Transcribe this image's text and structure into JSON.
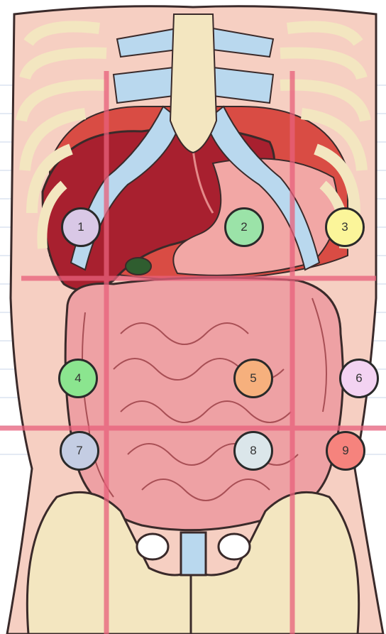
{
  "regions": [
    {
      "label": "1",
      "color": "#d9c8e6"
    },
    {
      "label": "2",
      "color": "#9be3a8"
    },
    {
      "label": "3",
      "color": "#fbf59a"
    },
    {
      "label": "4",
      "color": "#8be58f"
    },
    {
      "label": "5",
      "color": "#f6b07d"
    },
    {
      "label": "6",
      "color": "#f3d3f2"
    },
    {
      "label": "7",
      "color": "#c4cde3"
    },
    {
      "label": "8",
      "color": "#dbe6ea"
    },
    {
      "label": "9",
      "color": "#f6837d"
    }
  ],
  "colors": {
    "skin": "#f6cfc2",
    "bone": "#f3e6c0",
    "cartilage": "#b9d8ee",
    "liver": "#a8202f",
    "muscle": "#d94c44",
    "intestine": "#eea1a4",
    "outline": "#3a2a2a",
    "grid_line": "#e8607b"
  }
}
